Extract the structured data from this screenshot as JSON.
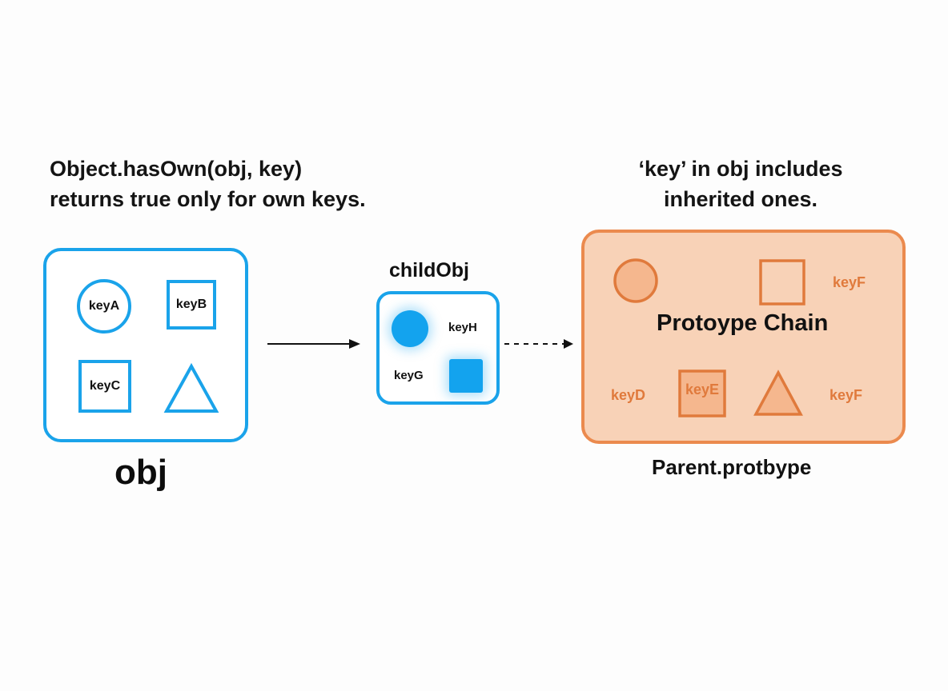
{
  "left_caption": {
    "line1": "Object.hasOwn(obj, key)",
    "line2": "returns true only for own keys."
  },
  "right_caption": {
    "line1": "‘key’ in obj includes",
    "line2": "inherited ones."
  },
  "obj_box": {
    "label": "obj",
    "keys": {
      "a": "keyA",
      "b": "keyB",
      "c": "keyC"
    }
  },
  "child_box": {
    "label": "childObj",
    "keys": {
      "h": "keyH",
      "g": "keyG"
    }
  },
  "proto_box": {
    "title": "Protoype Chain",
    "label": "Parent.protbype",
    "keys": {
      "f_top": "keyF",
      "d": "keyD",
      "e": "keyE",
      "f_bottom": "keyF"
    }
  },
  "colors": {
    "blue": "#1aa3ea",
    "blue_fill": "#13a3ee",
    "orange_border": "#eb8a4e",
    "orange_fill": "#f8d2b7",
    "orange_text": "#e07a3c"
  },
  "icons": {
    "obj_shapes": [
      "circle",
      "square",
      "square",
      "triangle"
    ],
    "child_shapes": [
      "filled-circle",
      "filled-square"
    ],
    "proto_shapes": [
      "circle",
      "square",
      "square",
      "triangle"
    ],
    "connectors": [
      "solid-arrow",
      "dashed-arrow"
    ]
  }
}
